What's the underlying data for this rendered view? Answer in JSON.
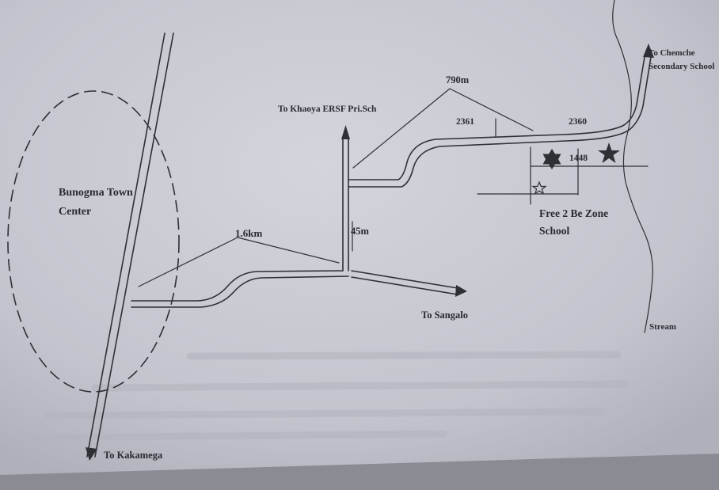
{
  "labels": {
    "town_center_line1": "Bunogma Town",
    "town_center_line2": "Center",
    "to_kakamega": "To Kakamega",
    "to_khaoya": "To Khaoya ERSF Pri.Sch",
    "to_sangalo": "To Sangalo",
    "to_chemche_line1": "To Chemche",
    "to_chemche_line2": "Secondary School",
    "school_line1": "Free 2 Be Zone",
    "school_line2": "School",
    "stream": "Stream",
    "dist_1_6km": "1.6km",
    "dist_45m": "45m",
    "dist_790m": "790m",
    "num_2361": "2361",
    "num_2360": "2360",
    "num_1448": "1448"
  },
  "icons": [
    "star-icon",
    "six-point-star-icon",
    "outline-star-icon",
    "arrow-up-icon",
    "arrow-down-icon",
    "arrow-right-icon"
  ],
  "colors": {
    "paper": "#c9cbd3",
    "ink": "#2f3036",
    "background": "#8a8c94"
  }
}
